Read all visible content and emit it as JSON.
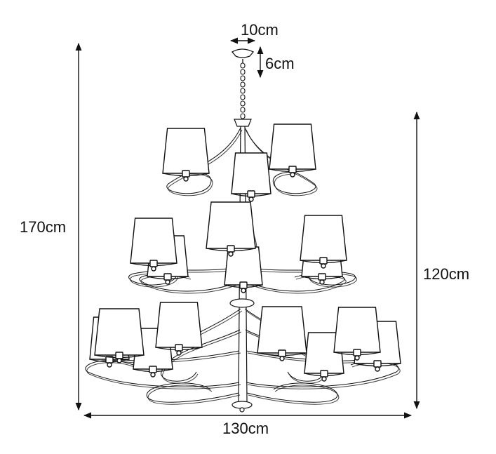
{
  "dimensions": {
    "canopy_width": "10cm",
    "canopy_height": "6cm",
    "total_height": "170cm",
    "body_height": "120cm",
    "width": "130cm"
  },
  "colors": {
    "line": "#111111",
    "background": "#ffffff"
  }
}
